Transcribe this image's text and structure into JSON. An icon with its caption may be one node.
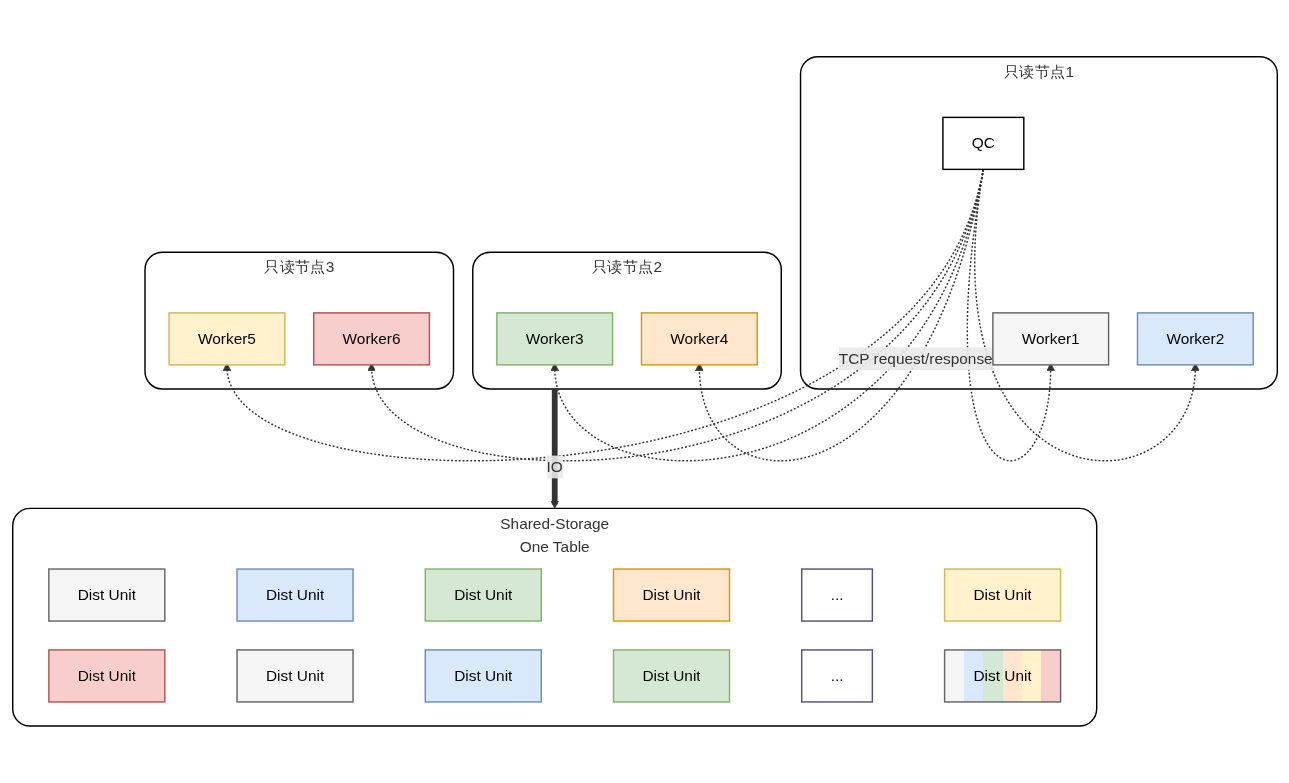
{
  "diagram": {
    "nodes": [
      {
        "text": [
          "只读节点1"
        ]
      },
      {
        "text": [
          "QC"
        ],
        "in": 0
      },
      {
        "text": [
          "Worker1"
        ],
        "in": 0
      },
      {
        "text": [
          "Worker2"
        ],
        "in": 0
      },
      {
        "text": [
          "只读节点2"
        ]
      },
      {
        "text": [
          "Worker3"
        ],
        "in": 4
      },
      {
        "text": [
          "Worker4"
        ],
        "in": 4
      },
      {
        "text": [
          "只读节点3"
        ]
      },
      {
        "text": [
          "Worker5"
        ],
        "in": 7
      },
      {
        "text": [
          "Worker6"
        ],
        "in": 7
      },
      {
        "text": [
          "Shared-Storage",
          "One Table"
        ]
      },
      {
        "text": [
          "Dist Unit"
        ],
        "in": 10
      },
      {
        "text": [
          "Dist Unit"
        ],
        "in": 10
      },
      {
        "text": [
          "Dist Unit"
        ],
        "in": 10
      },
      {
        "text": [
          "Dist Unit"
        ],
        "in": 10
      },
      {
        "text": [
          "..."
        ],
        "in": 10
      },
      {
        "text": [
          "Dist Unit"
        ],
        "in": 10
      },
      {
        "text": [
          "Dist Unit"
        ],
        "in": 10
      },
      {
        "text": [
          "Dist Unit"
        ],
        "in": 10
      },
      {
        "text": [
          "Dist Unit"
        ],
        "in": 10
      },
      {
        "text": [
          "Dist Unit"
        ],
        "in": 10
      },
      {
        "text": [
          "..."
        ],
        "in": 10
      },
      {
        "text": [
          "Dist Unit"
        ],
        "in": 10
      }
    ],
    "edges": [
      {
        "from": 1,
        "to": 2,
        "arrow": "to",
        "style": "dashed"
      },
      {
        "from": 1,
        "to": 3,
        "arrow": "to",
        "style": "dashed"
      },
      {
        "from": 1,
        "to": 5,
        "arrow": "to",
        "style": "dashed",
        "label": "TCP request/response"
      },
      {
        "from": 1,
        "to": 6,
        "arrow": "to",
        "style": "dashed"
      },
      {
        "from": 1,
        "to": 8,
        "arrow": "to",
        "style": "dashed"
      },
      {
        "from": 1,
        "to": 9,
        "arrow": "to",
        "style": "dashed"
      },
      {
        "from": 4,
        "to": 10,
        "arrow": "to",
        "style": "thick",
        "label": "IO"
      }
    ]
  }
}
